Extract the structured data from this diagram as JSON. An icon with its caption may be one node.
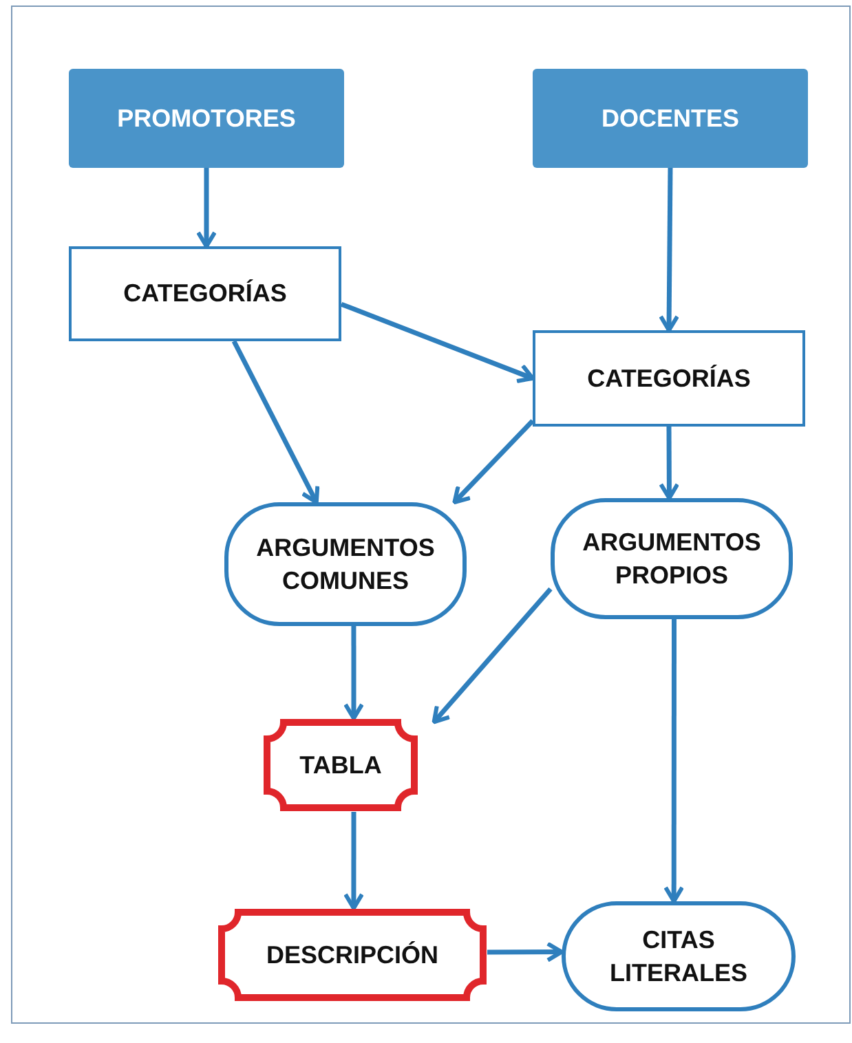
{
  "diagram": {
    "nodes": [
      {
        "text": [
          "PROMOTORES"
        ]
      },
      {
        "text": [
          "DOCENTES"
        ]
      },
      {
        "text": [
          "CATEGORÍAS"
        ]
      },
      {
        "text": [
          "CATEGORÍAS"
        ]
      },
      {
        "text": [
          "ARGUMENTOS COMUNES"
        ]
      },
      {
        "text": [
          "ARGUMENTOS PROPIOS"
        ]
      },
      {
        "text": [
          "TABLA"
        ]
      },
      {
        "text": [
          "DESCRIPCIÓN"
        ]
      },
      {
        "text": [
          "CITAS LITERALES"
        ]
      }
    ],
    "edges": [
      {
        "from": 0,
        "to": 2,
        "arrow": "to"
      },
      {
        "from": 1,
        "to": 3,
        "arrow": "to"
      },
      {
        "from": 2,
        "to": 3,
        "arrow": "to"
      },
      {
        "from": 2,
        "to": 4,
        "arrow": "to"
      },
      {
        "from": 3,
        "to": 4,
        "arrow": "to"
      },
      {
        "from": 3,
        "to": 5,
        "arrow": "to"
      },
      {
        "from": 4,
        "to": 6,
        "arrow": "to"
      },
      {
        "from": 5,
        "to": 6,
        "arrow": "to"
      },
      {
        "from": 6,
        "to": 7,
        "arrow": "to"
      },
      {
        "from": 7,
        "to": 8,
        "arrow": "to"
      },
      {
        "from": 5,
        "to": 8,
        "arrow": "to"
      }
    ]
  }
}
